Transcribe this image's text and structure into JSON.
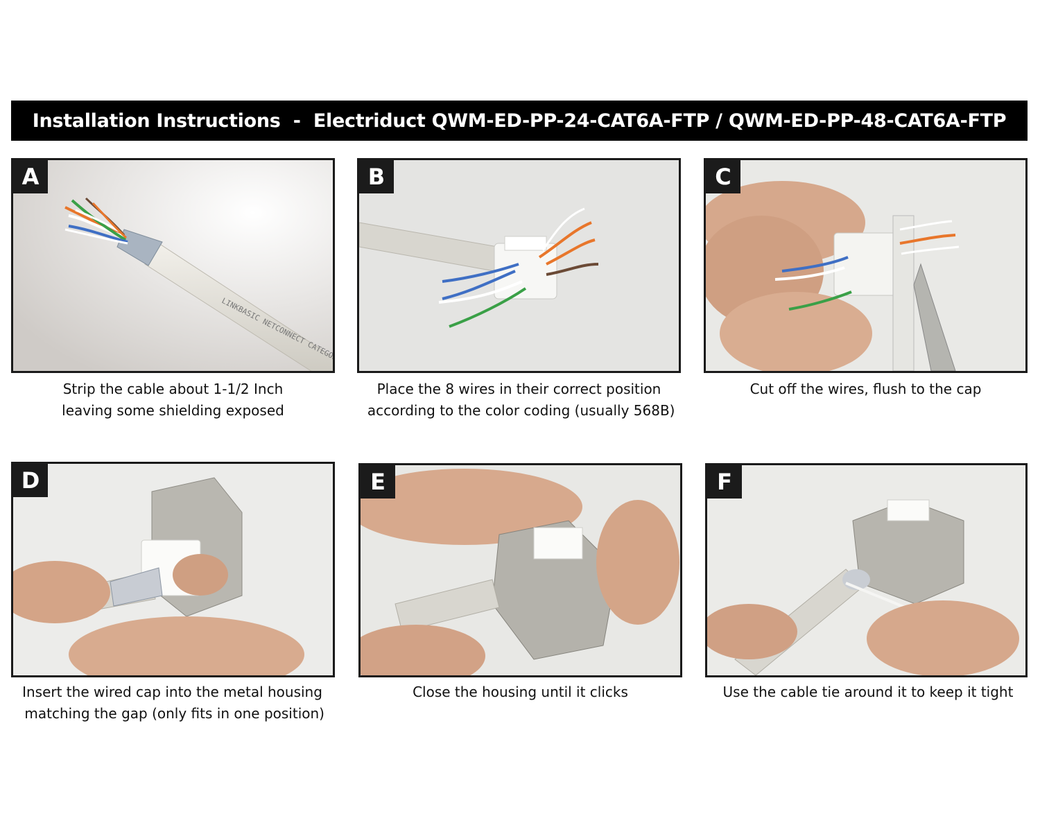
{
  "title": "Installation Instructions  -  Electriduct QWM-ED-PP-24-CAT6A-FTP / QWM-ED-PP-48-CAT6A-FTP",
  "steps": [
    {
      "letter": "A",
      "caption_line1": "Strip the cable about 1-1/2 Inch",
      "caption_line2": "leaving some shielding exposed",
      "photo_text": "LINKBASIC NETCONNECT CATEGORY"
    },
    {
      "letter": "B",
      "caption_line1": "Place the 8 wires in their correct position",
      "caption_line2": " according to the color coding (usually 568B)"
    },
    {
      "letter": "C",
      "caption_line1": "Cut off the wires, flush to the cap",
      "caption_line2": ""
    },
    {
      "letter": "D",
      "caption_line1": "Insert the wired cap into the metal housing",
      "caption_line2": " matching the gap (only fits in one position)"
    },
    {
      "letter": "E",
      "caption_line1": "Close the housing until it clicks",
      "caption_line2": ""
    },
    {
      "letter": "F",
      "caption_line1": "Use the cable tie around it to keep it tight",
      "caption_line2": ""
    }
  ],
  "colors": {
    "frame": "#1a1a1a",
    "title_bg": "#000000",
    "title_text": "#ffffff",
    "wire_orange": "#e8762b",
    "wire_green": "#3aa047",
    "wire_blue": "#3f6fc4",
    "wire_brown": "#6b4a36"
  }
}
